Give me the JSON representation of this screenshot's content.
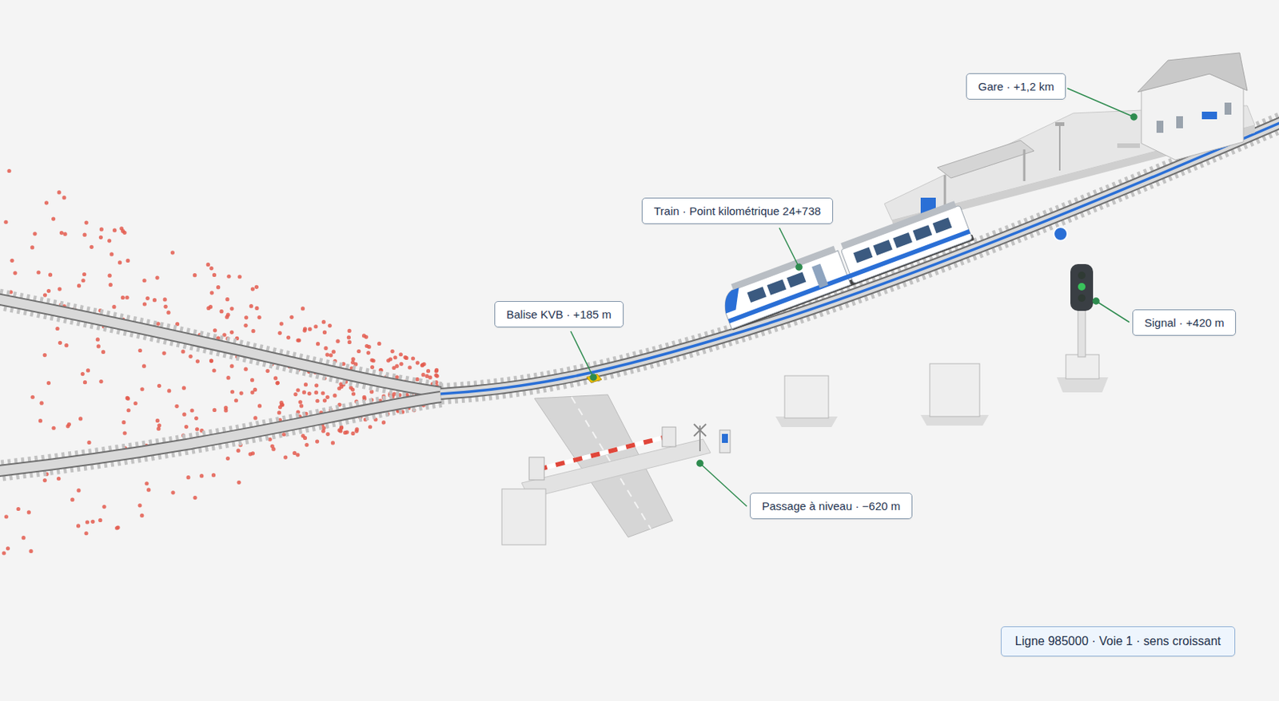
{
  "diagram": {
    "nodes": [
      {
        "text": [
          "Gare · +1,2 km"
        ]
      },
      {
        "text": [
          "Train · Point kilométrique 24+738"
        ]
      },
      {
        "text": [
          "Balise KVB · +185 m"
        ]
      },
      {
        "text": [
          "Signal · +420 m"
        ]
      },
      {
        "text": [
          "Passage à niveau · −620 m"
        ]
      },
      {
        "text": [
          "Ligne 985000 · Voie 1 · sens croissant"
        ]
      }
    ]
  }
}
